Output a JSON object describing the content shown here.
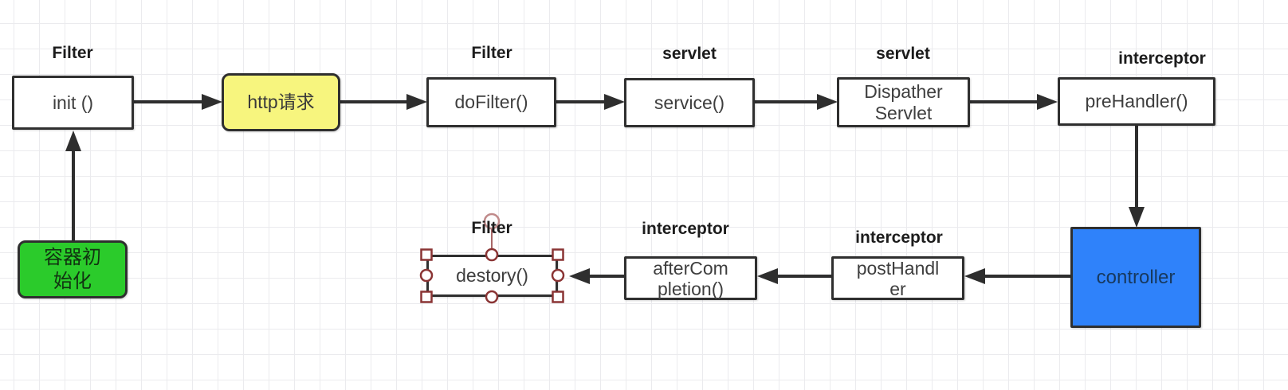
{
  "colors": {
    "canvas_bg": "#ffffff",
    "grid_line": "#ebebee",
    "box_border": "#2f2f2f",
    "arrow": "#2e2e2e",
    "yellow_fill": "#F7F57E",
    "green_fill": "#2BCB2B",
    "blue_fill": "#2F82FA",
    "selection_handle": "#8a3434",
    "rotation_handle": "#c08a8a"
  },
  "nodes": [
    {
      "id": "init",
      "type_label": "Filter",
      "lines": [
        "init ()"
      ]
    },
    {
      "id": "http-request",
      "lines": [
        "http请求"
      ]
    },
    {
      "id": "dofilter",
      "type_label": "Filter",
      "lines": [
        "doFilter()"
      ]
    },
    {
      "id": "service",
      "type_label": "servlet",
      "lines": [
        "service()"
      ]
    },
    {
      "id": "dispather-servlet",
      "type_label": "servlet",
      "lines": [
        "Dispather",
        "Servlet"
      ]
    },
    {
      "id": "prehandler",
      "type_label": "interceptor",
      "lines": [
        "preHandler()"
      ]
    },
    {
      "id": "controller",
      "lines": [
        "controller"
      ]
    },
    {
      "id": "posthandler",
      "type_label": "interceptor",
      "lines": [
        "postHandl",
        "er"
      ]
    },
    {
      "id": "aftercompletion",
      "type_label": "interceptor",
      "lines": [
        "afterCom",
        "pletion()"
      ]
    },
    {
      "id": "destory",
      "type_label": "Filter",
      "lines": [
        "destory()"
      ],
      "selected": true
    },
    {
      "id": "container-init",
      "lines": [
        "容器初",
        "始化"
      ]
    }
  ]
}
